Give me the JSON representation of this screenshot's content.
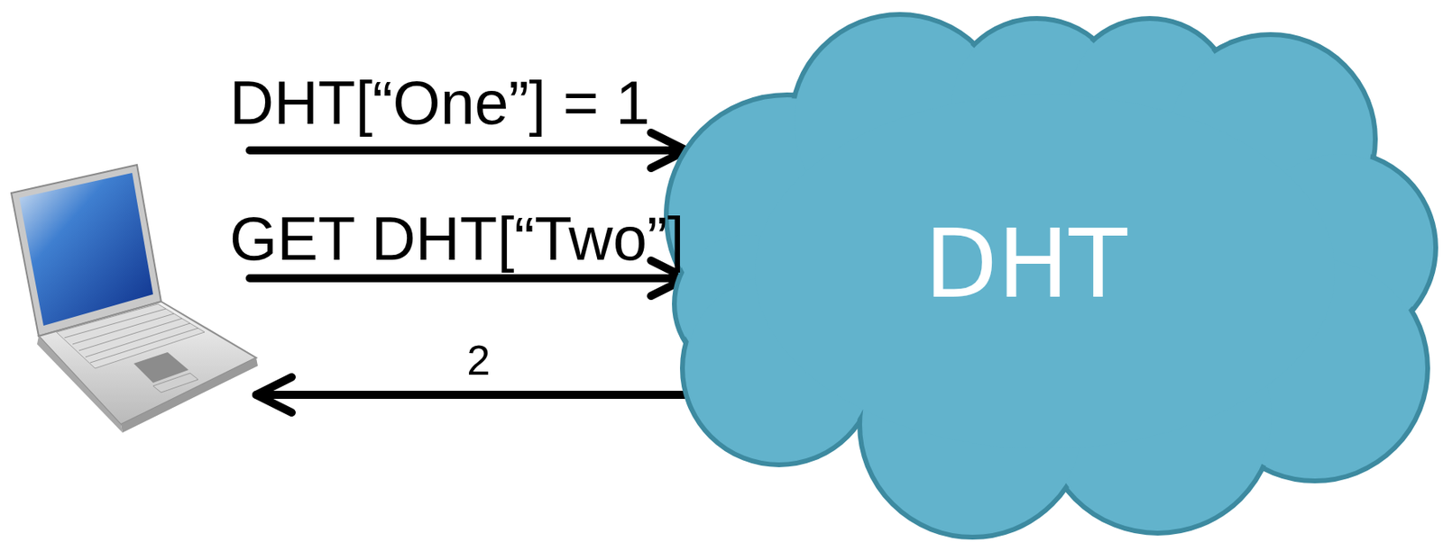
{
  "diagram": {
    "nodes": [
      {
        "text": [
          "DHT"
        ]
      }
    ],
    "labels": [
      "DHT[“One”] = 1",
      "GET DHT[“Two”]",
      "2"
    ]
  }
}
